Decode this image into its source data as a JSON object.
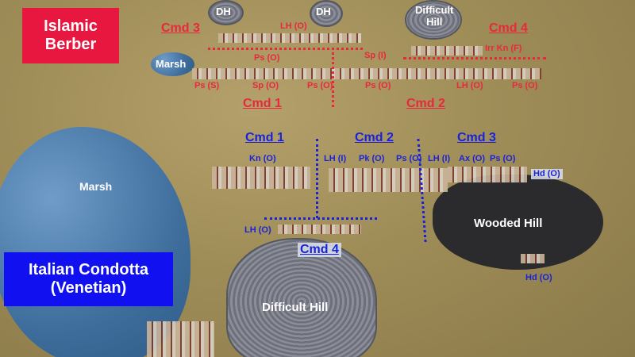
{
  "armies": {
    "top": "Islamic Berber",
    "bottom_line1": "Italian Condotta",
    "bottom_line2": "(Venetian)"
  },
  "colors": {
    "red": "#e8283c",
    "blue": "#1a22d8"
  },
  "terrain": {
    "dh1": "DH",
    "dh2": "DH",
    "difficult_hill_top": "Difficult\nHill",
    "marsh_top": "Marsh",
    "marsh_left": "Marsh",
    "wooded_hill": "Wooded Hill",
    "difficult_hill_bottom": "Difficult Hill"
  },
  "berber": {
    "cmd1": "Cmd 1",
    "cmd2": "Cmd 2",
    "cmd3": "Cmd 3",
    "cmd4": "Cmd 4",
    "units": [
      "LH (O)",
      "Irr Kn (F)",
      "Ps (O)",
      "Sp (I)",
      "Ps (S)",
      "Sp (O)",
      "Ps (O)",
      "Ps (O)",
      "LH (O)",
      "Ps (O)"
    ]
  },
  "italian": {
    "cmd1": "Cmd 1",
    "cmd2": "Cmd 2",
    "cmd3": "Cmd 3",
    "cmd4": "Cmd 4",
    "units": [
      "Kn (O)",
      "LH (I)",
      "Pk (O)",
      "Ps (O)",
      "LH (I)",
      "Ax (O)",
      "Ps (O)",
      "Hd (O)",
      "LH (O)",
      "Hd (O)"
    ]
  }
}
